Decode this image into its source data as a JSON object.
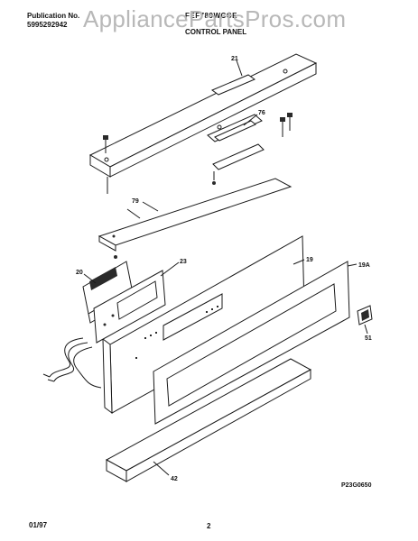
{
  "header": {
    "publication_label": "Publication No.",
    "publication_number": "5995292942",
    "model": "FEF789WCCE",
    "section_title": "CONTROL PANEL",
    "watermark": "AppliancePartsPros.com"
  },
  "callouts": {
    "c21": "21",
    "c76": "76",
    "c79": "79",
    "c20": "20",
    "c23": "23",
    "c19": "19",
    "c19A": "19A",
    "c51": "51",
    "c42": "42"
  },
  "diagram_code": "P23G0650",
  "footer": {
    "date": "01/97",
    "page": "2"
  }
}
